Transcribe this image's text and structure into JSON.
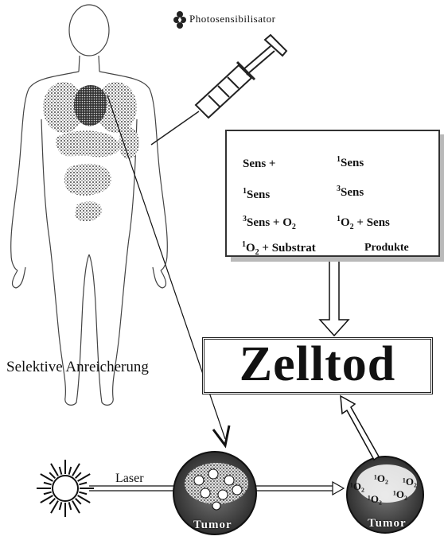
{
  "legend": {
    "label": "Photosensibilisator"
  },
  "selective_label": "Selektive Anreicherung",
  "laser_label": "Laser",
  "reactions": {
    "r1": {
      "left": "Sens +",
      "right": "Sens",
      "right_sup": "1"
    },
    "r2": {
      "left_sup": "1",
      "left": "Sens",
      "right_sup": "3",
      "right": "Sens"
    },
    "r3": {
      "left_sup": "3",
      "left": "Sens + O",
      "left_sub": "2",
      "right_sup": "1",
      "right_mid": "O",
      "right_sub": "2",
      "right": " + Sens"
    },
    "r4": {
      "left_sup": "1",
      "left_mid": "O",
      "left_sub": "2",
      "left": " + Substrat",
      "right": "Produkte"
    }
  },
  "result": "Zelltod",
  "tumor_labels": [
    "Tumor",
    "Tumor"
  ],
  "oxygen_labels": [
    "¹O₂",
    "¹O₂",
    "¹O₂",
    "¹O₂",
    "¹O₂"
  ],
  "colors": {
    "ink": "#111111",
    "stipple": "#7a7a7a",
    "shadow": "#b9b9b9"
  }
}
